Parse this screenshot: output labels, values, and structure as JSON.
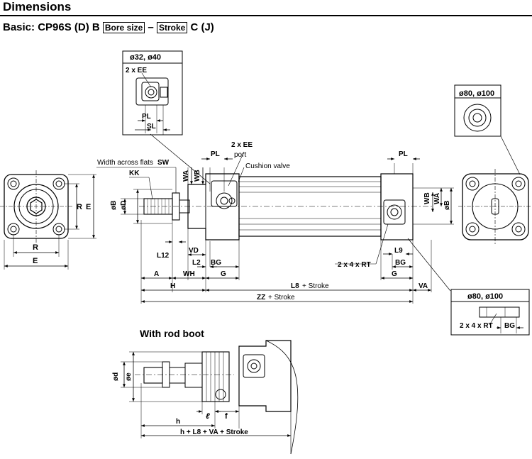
{
  "header": {
    "title": "Dimensions"
  },
  "model": {
    "prefix": "Basic: CP96S (D) B",
    "bore_box": "Bore size",
    "dash": "–",
    "stroke_box": "Stroke",
    "suffix": "C (J)"
  },
  "callouts": {
    "top_left_title": "ø32, ø40",
    "top_right_title": "ø80, ø100",
    "bottom_right_title": "ø80, ø100",
    "ee_2x": "2 x EE",
    "pl": "PL",
    "sl": "SL",
    "rt_label": "2 x 4 x RT",
    "bg": "BG"
  },
  "labels": {
    "width_across_flats_text": "Width across flats",
    "sw": "SW",
    "kk": "KK",
    "od": "øD",
    "wa": "WA",
    "wb": "WB",
    "pl": "PL",
    "ee_2x": "2 x EE",
    "port": "port",
    "cushion": "Cushion valve",
    "r": "R",
    "e": "E",
    "ob": "øB",
    "l12": "L12",
    "vd": "VD",
    "l2": "L2",
    "bg": "BG",
    "a": "A",
    "wh": "WH",
    "g": "G",
    "h": "H",
    "l8": "L8",
    "l8_suffix": "+ Stroke",
    "zz": "ZZ",
    "zz_suffix": "+ Stroke",
    "va": "VA",
    "l9": "L9",
    "rt": "2 x 4 x RT"
  },
  "rod_boot": {
    "title": "With rod boot",
    "od": "ød",
    "oe": "øe",
    "l": "ℓ",
    "f": "f",
    "h": "h",
    "total": "h + L8 + VA + Stroke"
  }
}
